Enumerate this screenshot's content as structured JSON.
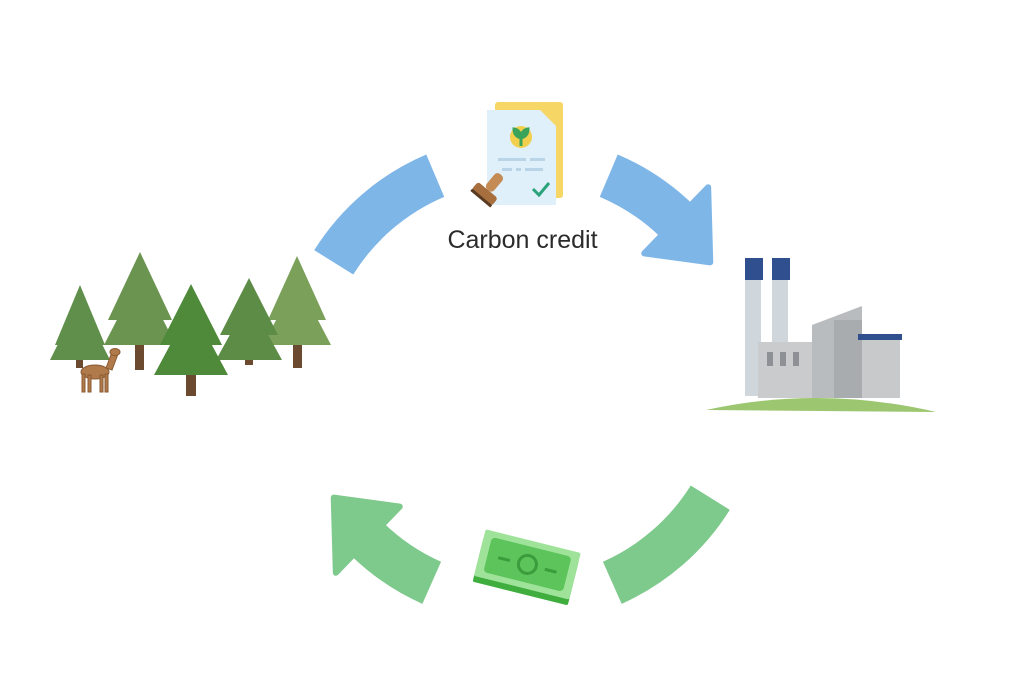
{
  "diagram": {
    "credit_label": "Carbon credit",
    "nodes": [
      {
        "id": "forest",
        "icon": "forest-with-deer-icon"
      },
      {
        "id": "factory",
        "icon": "factory-icon"
      },
      {
        "id": "certificate",
        "icon": "carbon-credit-certificate-icon"
      },
      {
        "id": "money",
        "icon": "money-stack-icon"
      }
    ],
    "flows": [
      {
        "from": "forest",
        "to": "factory",
        "carries": "certificate",
        "color": "#7fb6e8"
      },
      {
        "from": "factory",
        "to": "forest",
        "carries": "money",
        "color": "#7ec98c"
      }
    ]
  }
}
